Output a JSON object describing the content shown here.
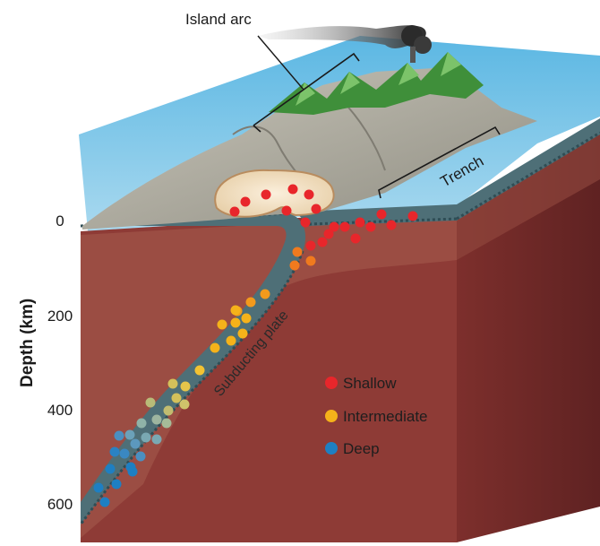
{
  "labels": {
    "island_arc": "Island arc",
    "trench": "Trench",
    "subducting_plate": "Subducting plate"
  },
  "axis": {
    "title": "Depth (km)",
    "ticks": [
      "0",
      "200",
      "400",
      "600"
    ]
  },
  "legend": [
    {
      "label": "Shallow",
      "color": "#e8262b"
    },
    {
      "label": "Intermediate",
      "color": "#f5b21a"
    },
    {
      "label": "Deep",
      "color": "#1e7fc2"
    }
  ],
  "colors": {
    "water": "#86c8e6",
    "water_deep": "#5fb2dc",
    "crust": "#a8a69a",
    "mantle": "#8e3b36",
    "mantle_light": "#b06a5c",
    "plate": "#4a6f78",
    "magma": "#f1dcc0"
  }
}
